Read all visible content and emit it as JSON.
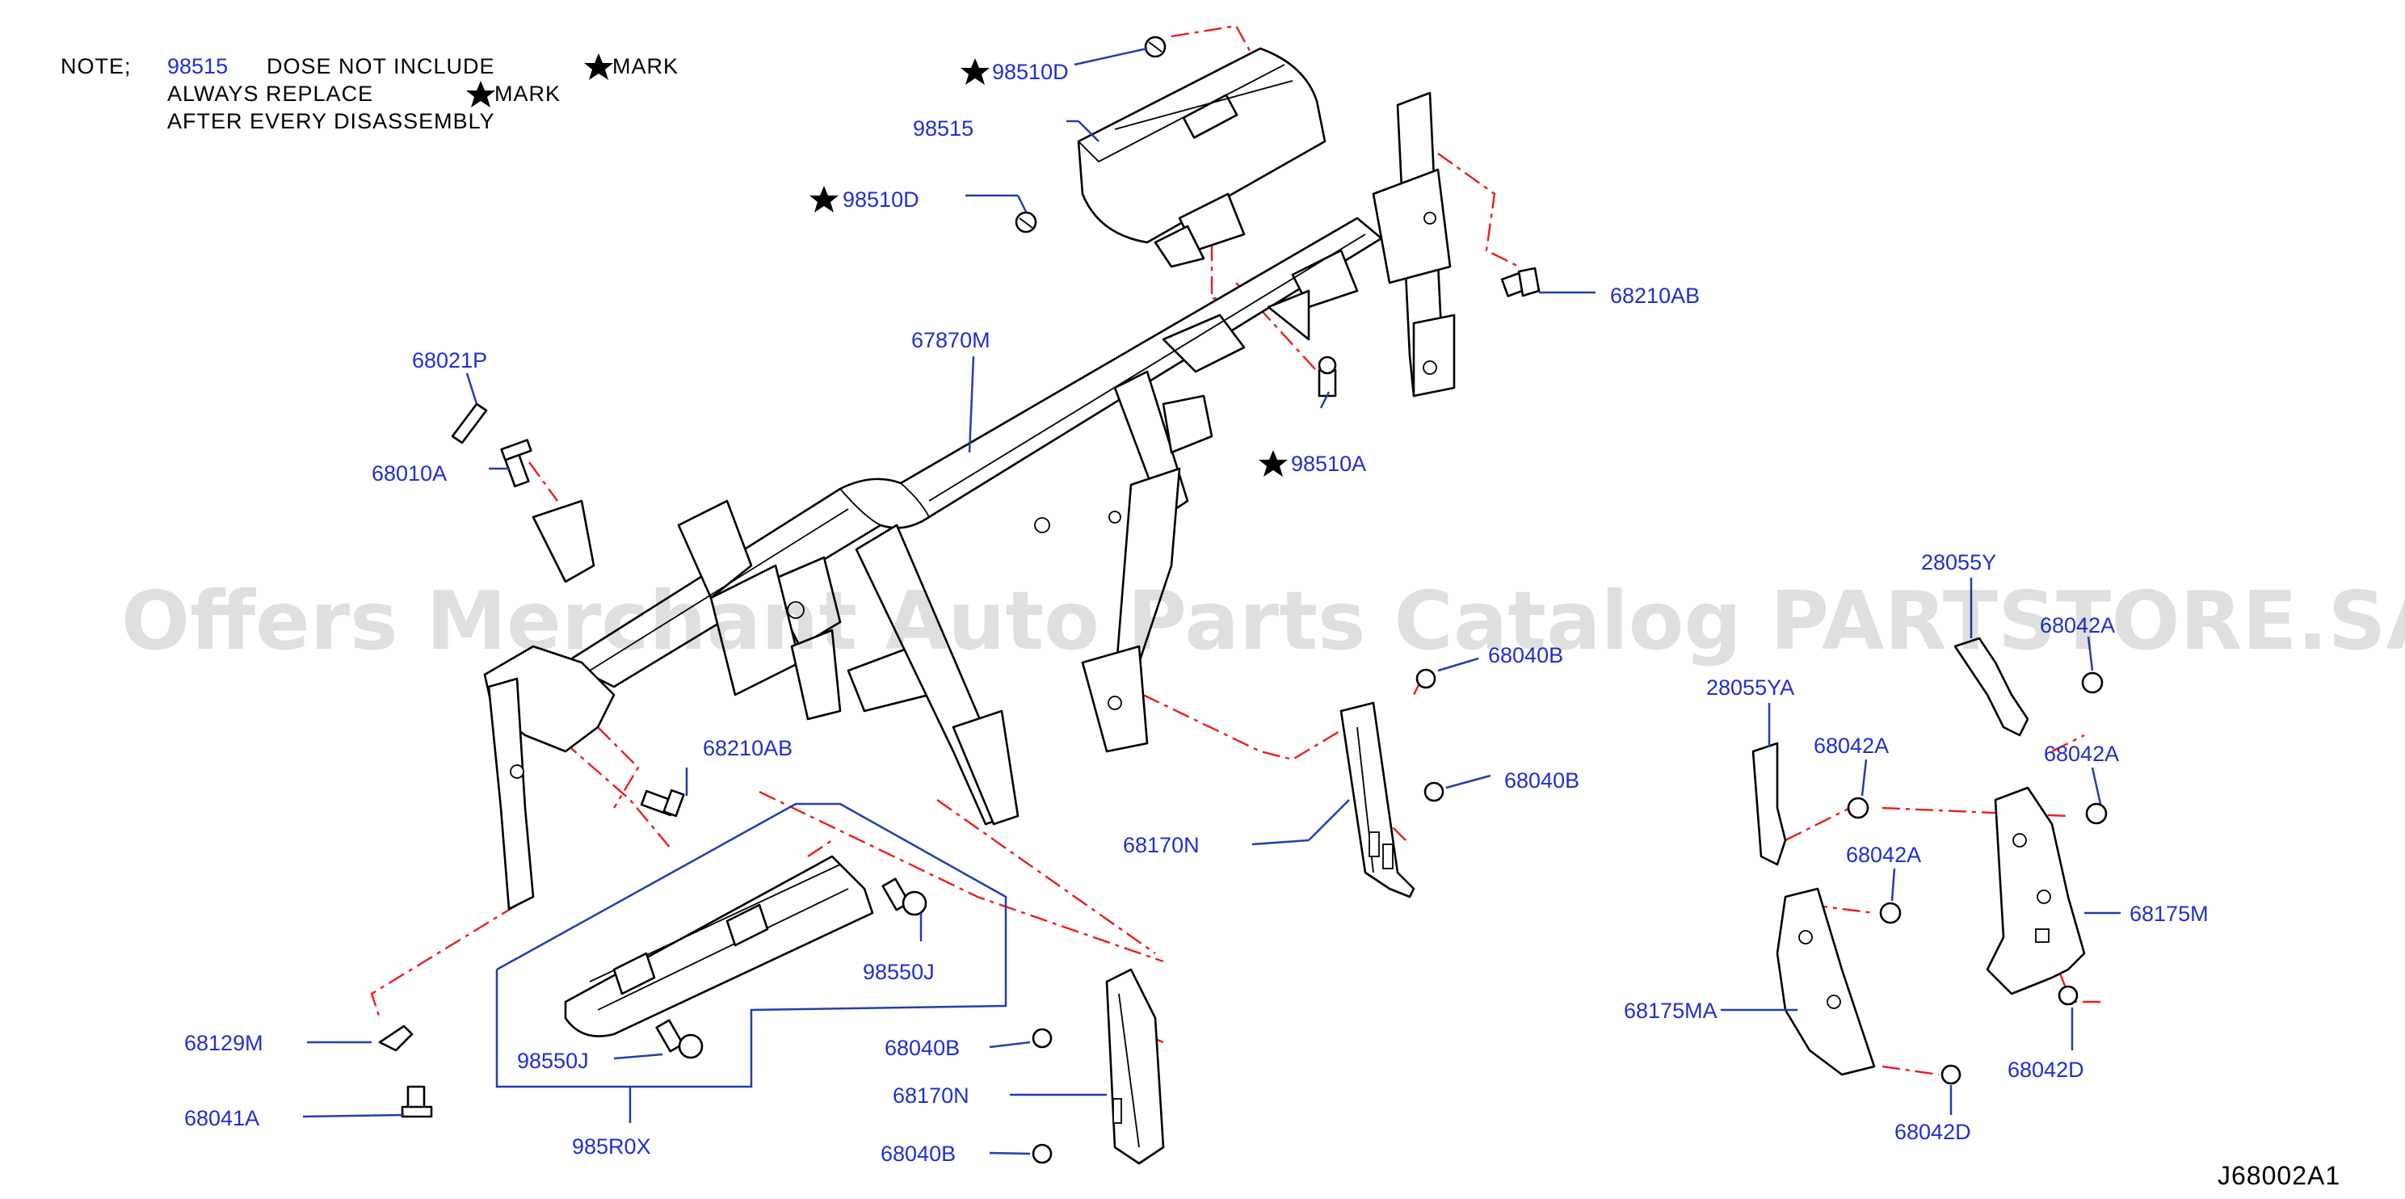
{
  "note": {
    "prefix": "NOTE;",
    "part_ref": "98515",
    "line1": "DOSE   NOT   INCLUDE",
    "line1_mark": "MARK",
    "line2": "ALWAYS   REPLACE",
    "line2_mark": "MARK",
    "line3": "AFTER   EVERY   DISASSEMBLY"
  },
  "watermark": "Offers Merchant Auto Parts Catalog PARTSTORE.SA",
  "diagram_code": "J68002A1",
  "labels": {
    "p98510D_top": "98510D",
    "p98515": "98515",
    "p98510D_mid": "98510D",
    "p68210AB_right": "68210AB",
    "p67870M": "67870M",
    "p68021P": "68021P",
    "p68010A": "68010A",
    "p98510A": "98510A",
    "p68040B_a": "68040B",
    "p68040B_b": "68040B",
    "p68210AB_left": "68210AB",
    "p68170N_a": "68170N",
    "p98550J_a": "98550J",
    "p98550J_b": "98550J",
    "p985R0X": "985R0X",
    "p68129M": "68129M",
    "p68041A": "68041A",
    "p68040B_c": "68040B",
    "p68170N_b": "68170N",
    "p68040B_d": "68040B",
    "p28055Y": "28055Y",
    "p68042A_a": "68042A",
    "p28055YA": "28055YA",
    "p68042A_b": "68042A",
    "p68042A_c": "68042A",
    "p68042A_d": "68042A",
    "p68175M": "68175M",
    "p68175MA": "68175MA",
    "p68042D_a": "68042D",
    "p68042D_b": "68042D"
  },
  "colors": {
    "label_blue": "#1f2fd0",
    "leader_blue": "#1f3fb0",
    "dash_red": "#ee1c1c",
    "line_black": "#000000"
  },
  "icons": {
    "replace_mark": "star-icon"
  }
}
